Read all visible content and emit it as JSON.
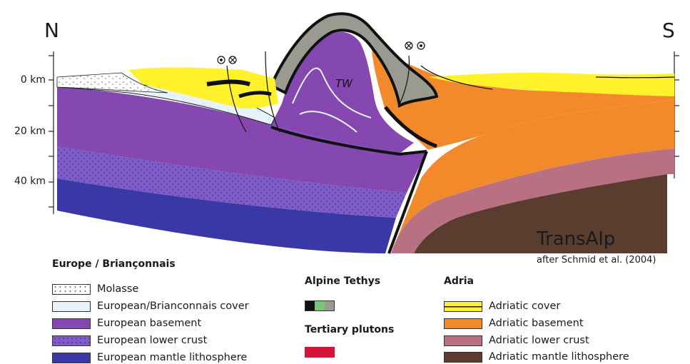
{
  "section": {
    "north_label": "N",
    "south_label": "S",
    "depth_labels": [
      "0 km",
      "20 km",
      "40 km"
    ],
    "tw_label": "TW"
  },
  "title": "TransAlp",
  "citation": "after Schmid et al. (2004)",
  "legend": {
    "europe": {
      "heading": "Europe / Briançonnais",
      "items": [
        {
          "label": "Molasse",
          "color": "#ffffff"
        },
        {
          "label": "European/Brianconnais cover",
          "color": "#e8f2fb"
        },
        {
          "label": "European basement",
          "color": "#8548b0"
        },
        {
          "label": "European lower crust",
          "color": "#7f5ac8"
        },
        {
          "label": "European mantle lithosphere",
          "color": "#3a38a6"
        }
      ]
    },
    "tethys": {
      "heading": "Alpine Tethys",
      "colors": [
        "#111111",
        "#7cc47a",
        "#9a9a90"
      ]
    },
    "plutons": {
      "heading": "Tertiary plutons",
      "color": "#d4133a"
    },
    "adria": {
      "heading": "Adria",
      "items": [
        {
          "label": "Adriatic cover",
          "color": "#fff12a"
        },
        {
          "label": "Adriatic basement",
          "color": "#f28a2c"
        },
        {
          "label": "Adriatic lower crust",
          "color": "#b87082"
        },
        {
          "label": "Adriatic mantle lithosphere",
          "color": "#5a3d2e"
        }
      ]
    }
  }
}
